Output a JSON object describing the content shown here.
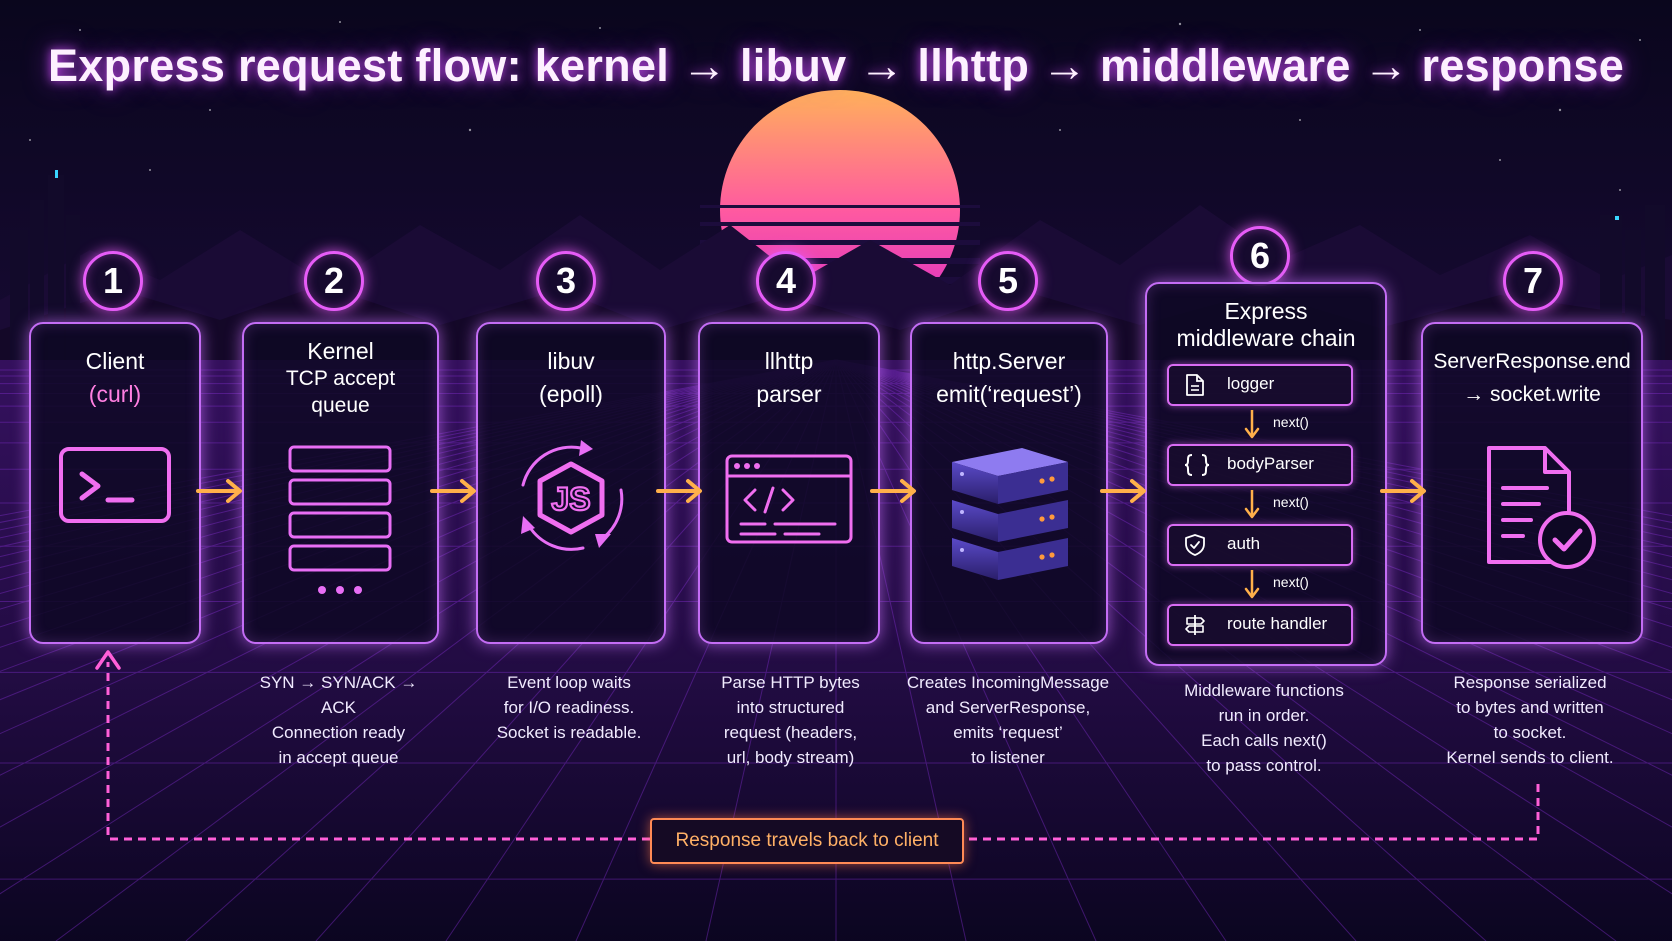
{
  "title": "Express request flow: kernel → libuv → llhttp → middleware → response",
  "steps": [
    {
      "number": "1",
      "title": [
        "Client"
      ],
      "subtitle": "(curl)",
      "icon": "terminal-icon",
      "description": []
    },
    {
      "number": "2",
      "title": [
        "Kernel",
        "TCP accept",
        "queue"
      ],
      "icon": "queue-stack-icon",
      "description": [
        "SYN → SYN/ACK →",
        "ACK",
        "Connection ready",
        "in accept queue"
      ]
    },
    {
      "number": "3",
      "title": [
        "libuv",
        "(epoll)"
      ],
      "icon": "nodejs-event-loop-icon",
      "description": [
        "Event loop waits",
        "for I/O readiness.",
        "Socket is readable."
      ]
    },
    {
      "number": "4",
      "title": [
        "llhttp",
        "parser"
      ],
      "icon": "code-window-icon",
      "description": [
        "Parse HTTP bytes",
        "into structured",
        "request (headers,",
        "url, body stream)"
      ]
    },
    {
      "number": "5",
      "title": [
        "http.Server",
        "emit(‘request’)"
      ],
      "icon": "server-stack-icon",
      "description": [
        "Creates IncomingMessage",
        "and ServerResponse,",
        "emits ‘request’",
        "to listener"
      ]
    },
    {
      "number": "6",
      "title": [
        "Express",
        "middleware chain"
      ],
      "icon": "middleware-chain",
      "description": [
        "Middleware functions",
        "run in order.",
        "Each calls next()",
        "to pass control."
      ]
    },
    {
      "number": "7",
      "title": [
        "ServerResponse.end",
        "→ socket.write"
      ],
      "icon": "document-check-icon",
      "description": [
        "Response serialized",
        "to bytes and written",
        "to socket.",
        "Kernel sends to client."
      ]
    }
  ],
  "middleware": [
    {
      "label": "logger",
      "icon": "document-icon"
    },
    {
      "label": "bodyParser",
      "icon": "curly-braces-icon"
    },
    {
      "label": "auth",
      "icon": "shield-check-icon"
    },
    {
      "label": "route handler",
      "icon": "signpost-icon"
    }
  ],
  "next_label": "next()",
  "return_label": "Response travels back to client",
  "colors": {
    "neon_pink": "#e65cf7",
    "border": "#c46df5",
    "arrow": "#ffb04a",
    "return_line": "#ff5fd8",
    "return_text": "#ffb066"
  }
}
